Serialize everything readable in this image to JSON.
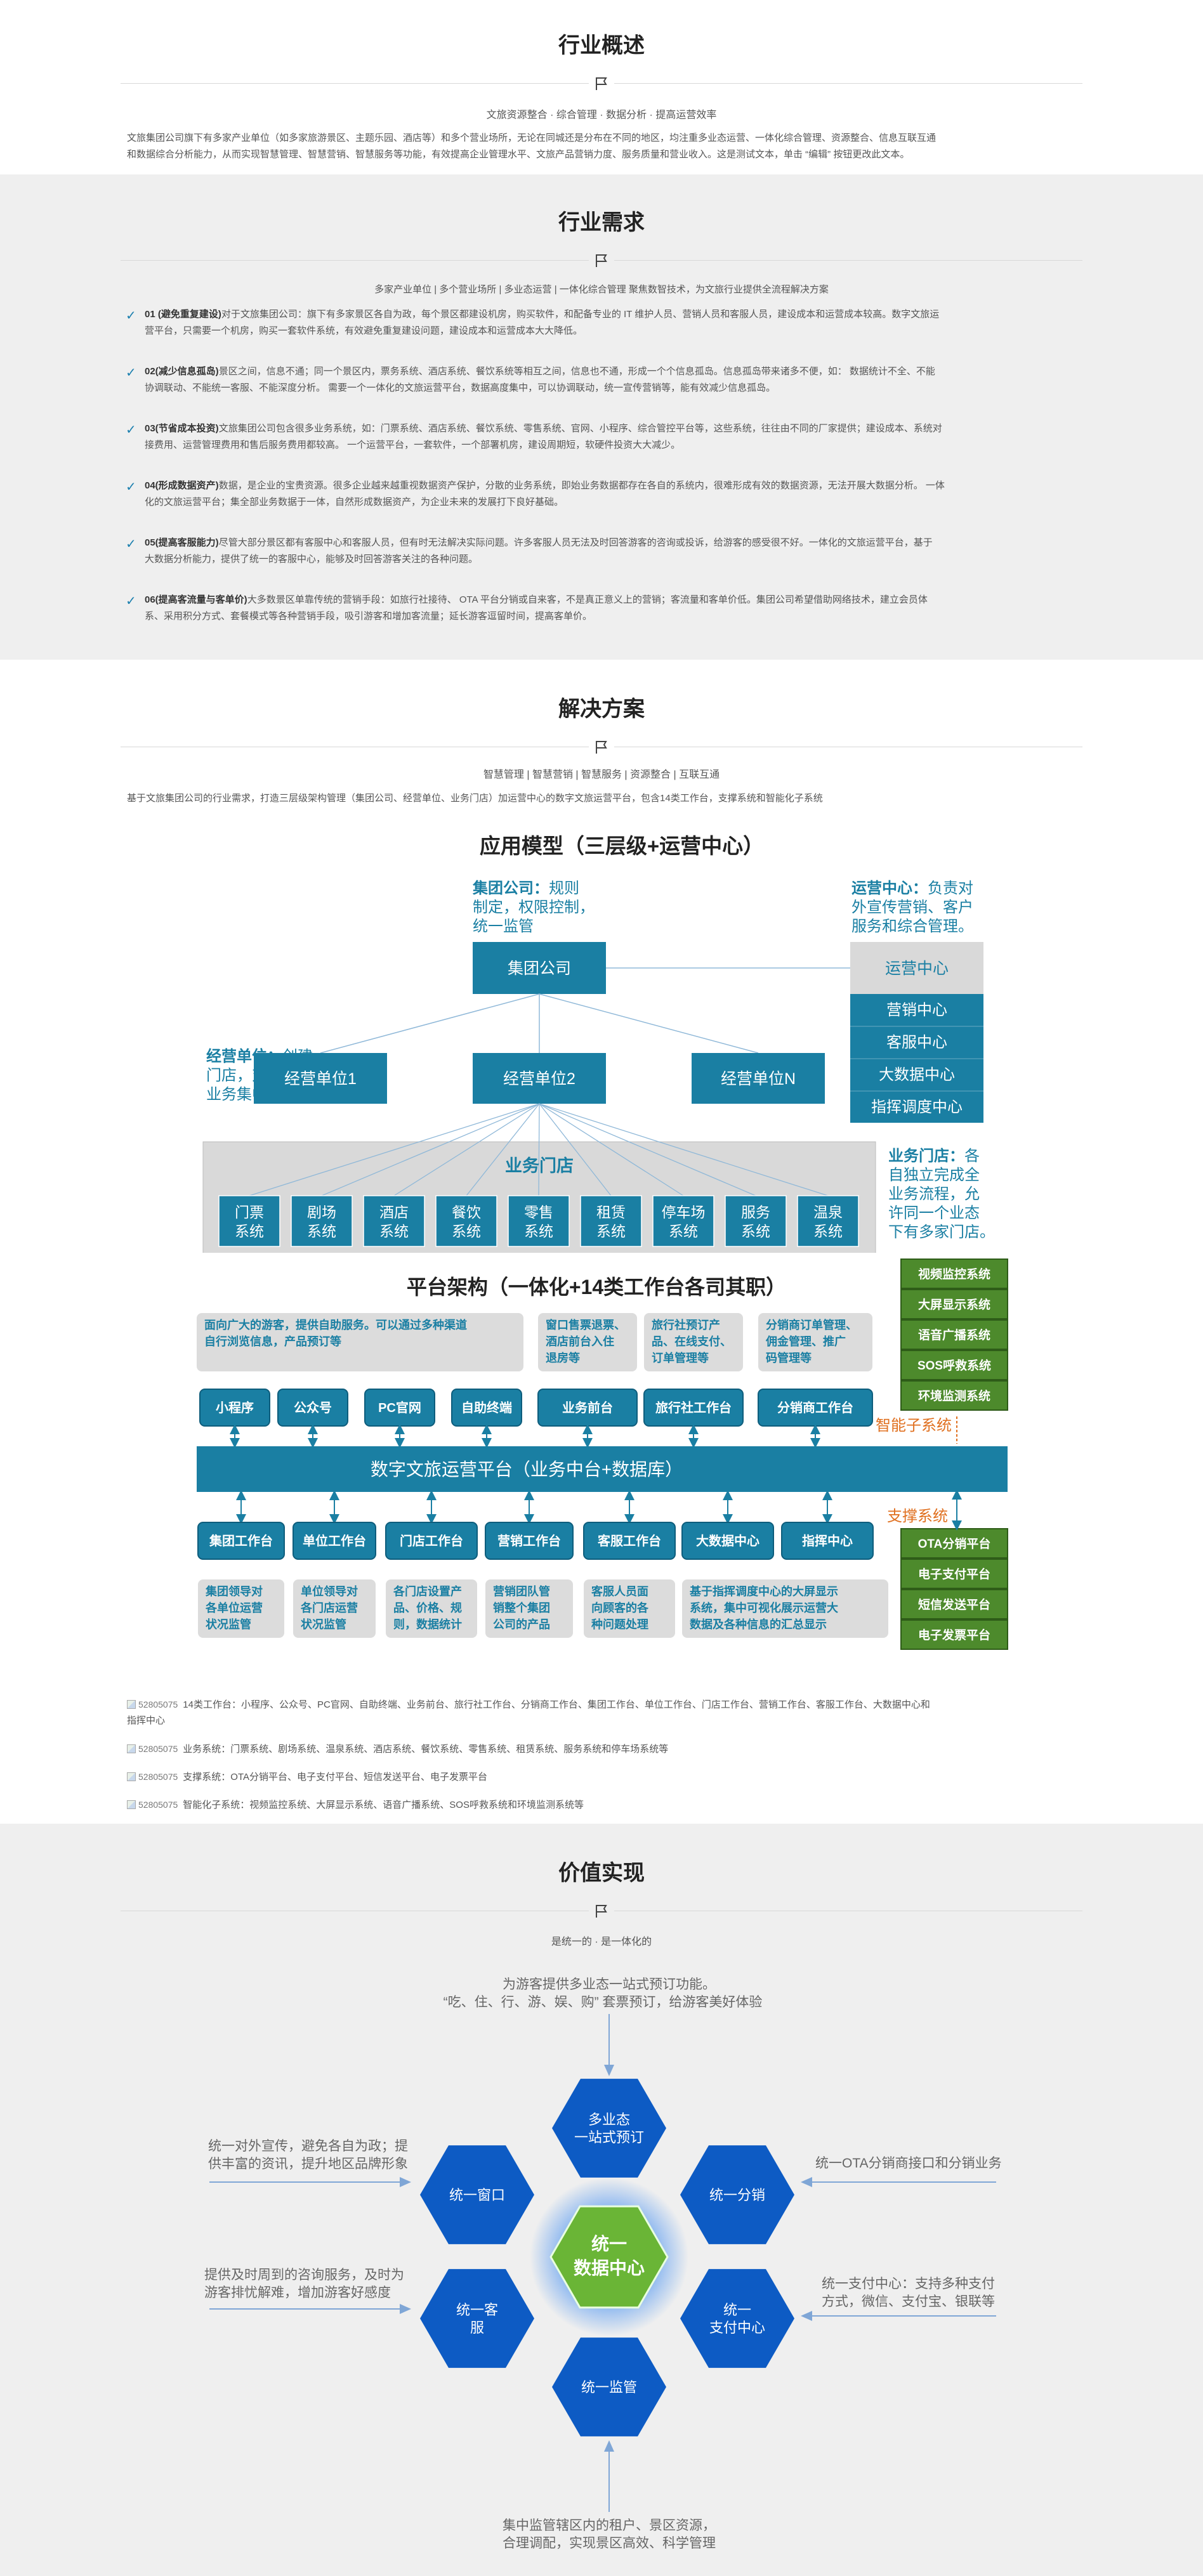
{
  "overview": {
    "title": "行业概述",
    "subtitle": "文旅资源整合 · 综合管理 · 数据分析 · 提高运营效率",
    "paragraph_line1": "文旅集团公司旗下有多家产业单位（如多家旅游景区、主题乐园、酒店等）和多个营业场所，无论在同城还是分布在不同的地区，均注重多业态运营、一体化综合管理、资源整合、信息互联互通",
    "paragraph_line2": "和数据综合分析能力，从而实现智慧管理、智慧营销、智慧服务等功能，有效提高企业管理水平、文旅产品营销力度、服务质量和营业收入。这是测试文本，单击 “编辑” 按钮更改此文本。"
  },
  "needs": {
    "title": "行业需求",
    "subtitle": "多家产业单位 | 多个营业场所 | 多业态运营 | 一体化综合管理 聚焦数智技术，为文旅行业提供全流程解决方案",
    "items": [
      {
        "title": "01 (避免重复建设)",
        "line1": "对于文旅集团公司：旗下有多家景区各自为政，每个景区都建设机房，购买软件，和配备专业的 IT 维护人员、营销人员和客服人员，建设成本和运营成本较高。数字文旅运",
        "line2": "营平台，只需要一个机房，购买一套软件系统，有效避免重复建设问题，建设成本和运营成本大大降低。"
      },
      {
        "title": "02(减少信息孤岛)",
        "line1": "景区之间，信息不通；同一个景区内，票务系统、酒店系统、餐饮系统等相互之间，信息也不通，形成一个个信息孤岛。信息孤岛带来诸多不便，如：  数据统计不全、不能",
        "line2": "协调联动、不能统一客服、不能深度分析。 需要一个一体化的文旅运营平台，数据高度集中，可以协调联动，统一宣传营销等，能有效减少信息孤岛。"
      },
      {
        "title": "03(节省成本投资)",
        "line1": "文旅集团公司包含很多业务系统，如：门票系统、酒店系统、餐饮系统、零售系统、官网、小程序、综合管控平台等，这些系统，往往由不同的厂家提供；建设成本、系统对",
        "line2": "接费用、运营管理费用和售后服务费用都较高。 一个运营平台，一套软件，一个部署机房，建设周期短，软硬件投资大大减少。"
      },
      {
        "title": "04(形成数据资产)",
        "line1": "数据，是企业的宝贵资源。很多企业越来越重视数据资产保护，分散的业务系统，即始业务数据都存在各自的系统内，很难形成有效的数据资源，无法开展大数据分析。 一体",
        "line2": "化的文旅运营平台；集全部业务数据于一体，自然形成数据资产，为企业未来的发展打下良好基础。"
      },
      {
        "title": "05(提高客服能力)",
        "line1": "尽管大部分景区都有客服中心和客服人员，但有时无法解决实际问题。许多客服人员无法及时回答游客的咨询或投诉，给游客的感受很不好。一体化的文旅运营平台，基于",
        "line2": "大数据分析能力，提供了统一的客服中心，能够及时回答游客关注的各种问题。"
      },
      {
        "title": "06(提高客流量与客单价)",
        "line1": "大多数景区单靠传统的营销手段：如旅行社接待、 OTA 平台分销或自来客，不是真正意义上的营销；客流量和客单价低。集团公司希望借助网络技术，建立会员体",
        "line2": "系、采用积分方式、套餐模式等各种营销手段，吸引游客和增加客流量；延长游客逗留时间，提高客单价。"
      }
    ]
  },
  "solution": {
    "title": "解决方案",
    "subtitle": "智慧管理 | 智慧营销 | 智慧服务 | 资源整合 | 互联互通",
    "desc": "基于文旅集团公司的行业需求，打造三层级架构管理（集团公司、经营单位、业务门店）加运营中心的数字文旅运营平台，包含14类工作台，支撑系统和智能化子系统",
    "model": {
      "title": "应用模型（三层级+运营中心）",
      "group_note_strong": "集团公司：",
      "group_note_rest1": "规则",
      "group_note_rest2": "制定，权限控制，",
      "group_note_rest3": "统一监管",
      "ops_note_strong": "运营中心：",
      "ops_note_rest1": "负责对",
      "ops_note_rest2": "外宣传营销、客户",
      "ops_note_rest3": "服务和综合管理。",
      "unit_note_strong": "经营单位：",
      "unit_note_rest1": "创建",
      "unit_note_rest2": "门店，对各门店",
      "unit_note_rest3": "业务集中管理。",
      "store_note_strong": "业务门店：",
      "store_note_rest1": "各",
      "store_note_rest2": "自独立完成全",
      "store_note_rest3": "业务流程，允",
      "store_note_rest4": "许同一个业态",
      "store_note_rest5": "下有多家门店。",
      "group": "集团公司",
      "ops_center": "运营中心",
      "ops_items": [
        "营销中心",
        "客服中心",
        "大数据中心",
        "指挥调度中心"
      ],
      "units": [
        "经营单位1",
        "经营单位2",
        "经营单位N"
      ],
      "stores_title": "业务门店",
      "stores": [
        [
          "门票",
          "系统"
        ],
        [
          "剧场",
          "系统"
        ],
        [
          "酒店",
          "系统"
        ],
        [
          "餐饮",
          "系统"
        ],
        [
          "零售",
          "系统"
        ],
        [
          "租赁",
          "系统"
        ],
        [
          "停车场",
          "系统"
        ],
        [
          "服务",
          "系统"
        ],
        [
          "温泉",
          "系统"
        ]
      ]
    },
    "platform": {
      "title": "平台架构（一体化+14类工作台各司其职）",
      "top_notes": [
        [
          "面向广大的游客，提供自助服务。可以通过多种渠道",
          "自行浏览信息，产品预订等"
        ],
        [
          "窗口售票退票、",
          "酒店前台入住",
          "退房等"
        ],
        [
          "旅行社预订产",
          "品、在线支付、",
          "订单管理等"
        ],
        [
          "分销商订单管理、",
          "佣金管理、推广",
          "码管理等"
        ]
      ],
      "channels": [
        "小程序",
        "公众号",
        "PC官网",
        "自助终端",
        "业务前台",
        "旅行社工作台",
        "分销商工作台"
      ],
      "core": "数字文旅运营平台（业务中台+数据库）",
      "smart_label": "智能子系统",
      "support_label": "支撑系统",
      "smart_items": [
        "视频监控系统",
        "大屏显示系统",
        "语音广播系统",
        "SOS呼救系统",
        "环境监测系统"
      ],
      "support_items": [
        "OTA分销平台",
        "电子支付平台",
        "短信发送平台",
        "电子发票平台"
      ],
      "workbenches": [
        "集团工作台",
        "单位工作台",
        "门店工作台",
        "营销工作台",
        "客服工作台",
        "大数据中心",
        "指挥中心"
      ],
      "bottom_notes": [
        [
          "集团领导对",
          "各单位运营",
          "状况监管"
        ],
        [
          "单位领导对",
          "各门店运营",
          "状况监管"
        ],
        [
          "各门店设置产",
          "品、价格、规",
          "则，数据统计"
        ],
        [
          "营销团队管",
          "销整个集团",
          "公司的产品"
        ],
        [
          "客服人员面",
          "向顾客的各",
          "种问题处理"
        ],
        [
          "基于指挥调度中心的大屏显示",
          "系统，集中可视化展示运营大",
          "数据及各种信息的汇总显示"
        ]
      ]
    },
    "notes": {
      "alt": "52805075",
      "line1a": "14类工作台：小程序、公众号、PC官网、自助终端、业务前台、旅行社工作台、分销商工作台、集团工作台、单位工作台、门店工作台、营销工作台、客服工作台、大数据中心和",
      "line1b": "指挥中心",
      "line2": "业务系统：门票系统、剧场系统、温泉系统、酒店系统、餐饮系统、零售系统、租赁系统、服务系统和停车场系统等",
      "line3": "支撑系统：OTA分销平台、电子支付平台、短信发送平台、电子发票平台",
      "line4": "智能化子系统：视频监控系统、大屏显示系统、语音广播系统、SOS呼救系统和环境监测系统等"
    }
  },
  "value": {
    "title": "价值实现",
    "subtitle": "是统一的 · 是一体化的",
    "top_note1": "为游客提供多业态一站式预订功能。",
    "top_note2": "“吃、住、行、游、娱、购” 套票预订，给游客美好体验",
    "left1_a": "统一对外宣传，避免各自为政；提",
    "left1_b": "供丰富的资讯，提升地区品牌形象",
    "left2_a": "提供及时周到的咨询服务，及时为",
    "left2_b": "游客排忧解难，增加游客好感度",
    "right1": "统一OTA分销商接口和分销业务",
    "right2_a": "统一支付中心：支持多种支付",
    "right2_b": "方式，微信、支付宝、银联等",
    "bottom_note1": "集中监管辖区内的租户、景区资源，",
    "bottom_note2": "合理调配，实现景区高效、科学管理",
    "hex_top": [
      "多业态",
      "一站式预订"
    ],
    "hex_left_top": "统一窗口",
    "hex_right_top": "统一分销",
    "hex_center": [
      "统一",
      "数据中心"
    ],
    "hex_left_bottom": [
      "统一客",
      "服"
    ],
    "hex_right_bottom": [
      "统一",
      "支付中心"
    ],
    "hex_bottom": "统一监管"
  },
  "colors": {
    "teal": "#1a7fa3",
    "green": "#4d8a2c",
    "orange": "#e07020",
    "hex_blue": "#0d5bc4",
    "hex_green": "#6ab536"
  }
}
